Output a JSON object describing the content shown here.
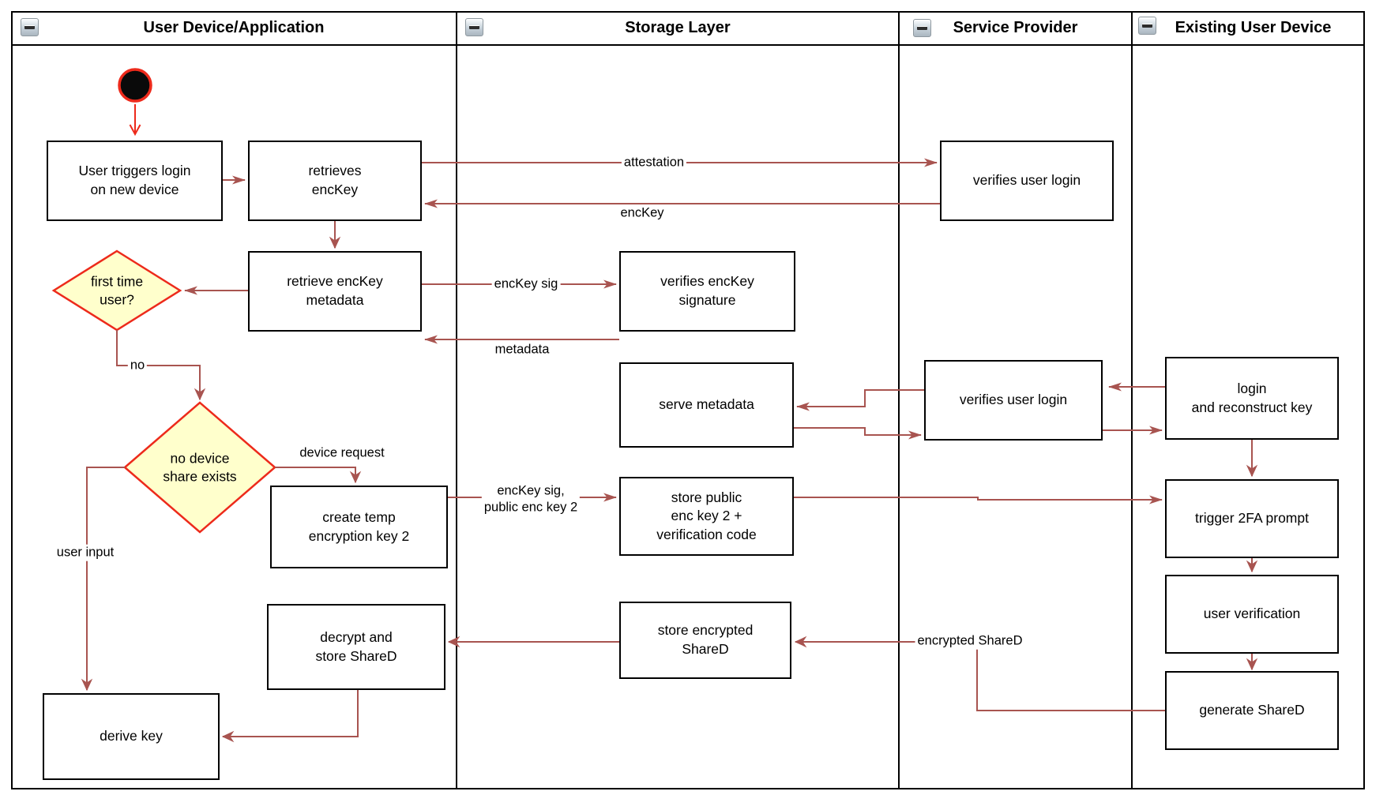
{
  "diagram_title": "device login key-recovery activity diagram",
  "colors": {
    "connector": "#A85450",
    "accent_red": "#ED2A1B",
    "decision_fill": "#FFFFCC",
    "shape_border": "#000000",
    "background": "#FFFFFF"
  },
  "lanes": [
    {
      "title": "User Device/Application",
      "collapse_icon": "minus"
    },
    {
      "title": "Storage Layer",
      "collapse_icon": "minus"
    },
    {
      "title": "Service Provider",
      "collapse_icon": "minus"
    },
    {
      "title": "Existing User Device",
      "collapse_icon": "minus"
    }
  ],
  "nodes": {
    "user_triggers": {
      "label": "User triggers login\non new device"
    },
    "retrieves_enckey": {
      "label": "retrieves\nencKey"
    },
    "retrieve_metadata": {
      "label": "retrieve encKey\nmetadata"
    },
    "create_temp": {
      "label": "create temp\nencryption key 2"
    },
    "decrypt_store": {
      "label": "decrypt and\nstore ShareD"
    },
    "derive_key": {
      "label": "derive key"
    },
    "verifies_signature": {
      "label": "verifies encKey\nsignature"
    },
    "serve_metadata": {
      "label": "serve metadata"
    },
    "store_public": {
      "label": "store public\nenc key 2 +\nverification code"
    },
    "store_encrypted": {
      "label": "store encrypted\nShareD"
    },
    "verifies_login_top": {
      "label": "verifies user login"
    },
    "verifies_login_mid": {
      "label": "verifies user login"
    },
    "login_reconstruct": {
      "label": "login\nand reconstruct key"
    },
    "trigger_2fa": {
      "label": "trigger 2FA prompt"
    },
    "user_verification": {
      "label": "user verification"
    },
    "generate_shared": {
      "label": "generate ShareD"
    }
  },
  "decisions": {
    "first_time": {
      "label": "first time\nuser?"
    },
    "no_device_share": {
      "label": "no device\nshare exists"
    }
  },
  "edge_labels": {
    "attestation": "attestation",
    "enckey": "encKey",
    "enckey_sig": "encKey sig",
    "metadata": "metadata",
    "no": "no",
    "device_request": "device request",
    "user_input": "user input",
    "enckey_sig_public": "encKey sig,\npublic enc key 2",
    "encrypted_shared": "encrypted ShareD"
  }
}
